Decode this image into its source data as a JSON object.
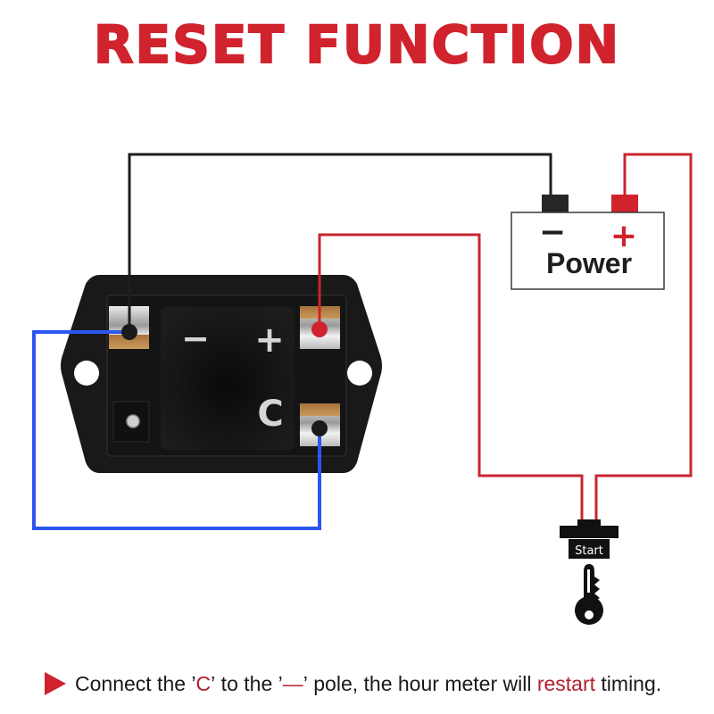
{
  "title": "RESET FUNCTION",
  "meter": {
    "terminal_minus_label": "−",
    "terminal_plus_label": "+",
    "terminal_c_label": "C"
  },
  "battery": {
    "minus_label": "−",
    "plus_label": "+",
    "label": "Power"
  },
  "switch": {
    "label": "Start"
  },
  "caption": {
    "part1": "Connect the ",
    "quote_open1": "’",
    "c_label": "C",
    "quote_close1": "’",
    "part2": " to the ",
    "quote_open2": "’",
    "dash_label": "—",
    "quote_close2": "’",
    "part3": " pole, the hour meter will ",
    "restart_label": "restart",
    "part4": " timing."
  },
  "colors": {
    "accent_red": "#d0232d",
    "wire_red": "#c8252f",
    "wire_black": "#1e1e1e",
    "wire_blue": "#2d55f0",
    "meter_body": "#171717"
  }
}
